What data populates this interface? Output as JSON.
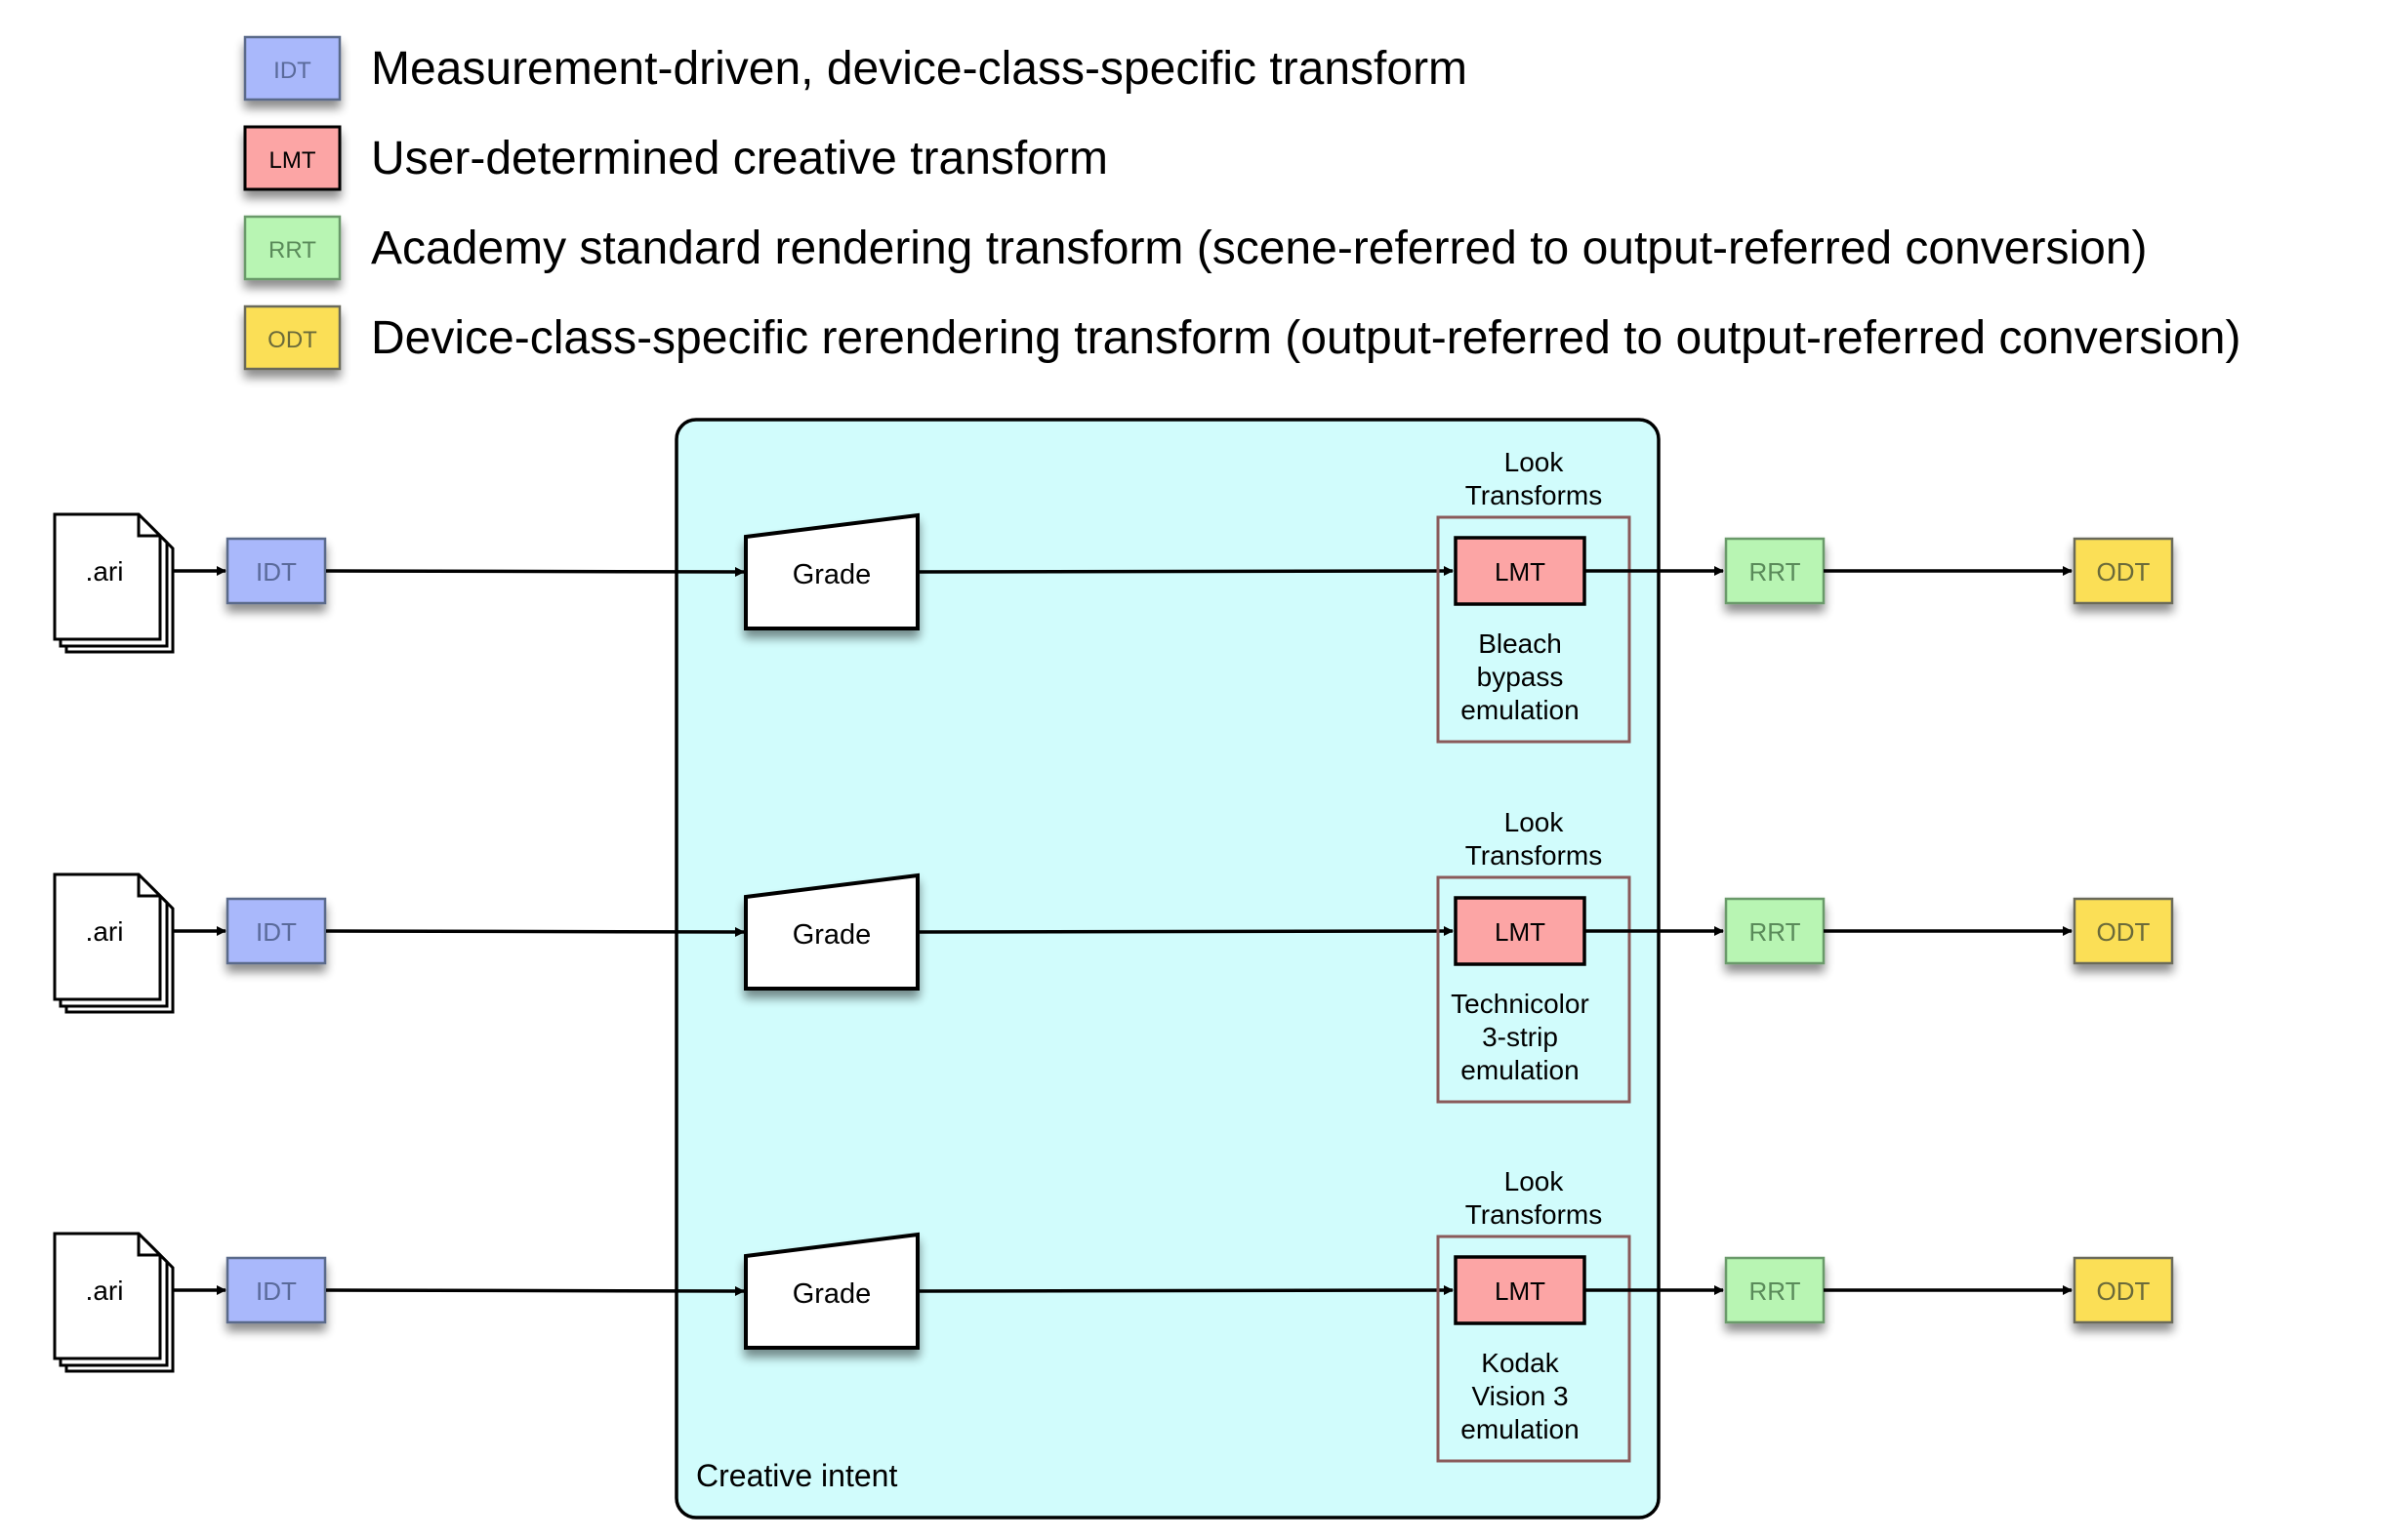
{
  "legend": [
    {
      "tag": "IDT",
      "text": "Measurement-driven, device-class-specific transform",
      "fill": "#a9b8fb",
      "stroke": "#5a6a8a",
      "tagColor": "#5a6a9a"
    },
    {
      "tag": "LMT",
      "text": "User-determined creative transform",
      "fill": "#fca5a5",
      "stroke": "#000000",
      "tagColor": "#000000"
    },
    {
      "tag": "RRT",
      "text": "Academy standard rendering transform (scene-referred to output-referred conversion)",
      "fill": "#b8f5b3",
      "stroke": "#6a9a6a",
      "tagColor": "#5a8a5a"
    },
    {
      "tag": "ODT",
      "text": "Device-class-specific rerendering transform (output-referred to output-referred conversion)",
      "fill": "#fbdf57",
      "stroke": "#6a6a5a",
      "tagColor": "#6a6a3a"
    }
  ],
  "creative_intent_label": "Creative intent",
  "look_transforms_line1": "Look",
  "look_transforms_line2": "Transforms",
  "pipelines": [
    {
      "file_label": ".ari",
      "idt": "IDT",
      "grade": "Grade",
      "lmt": "LMT",
      "desc": [
        "Bleach",
        "bypass",
        "emulation"
      ],
      "rrt": "RRT",
      "odt": "ODT"
    },
    {
      "file_label": ".ari",
      "idt": "IDT",
      "grade": "Grade",
      "lmt": "LMT",
      "desc": [
        "Technicolor",
        "3-strip",
        "emulation"
      ],
      "rrt": "RRT",
      "odt": "ODT"
    },
    {
      "file_label": ".ari",
      "idt": "IDT",
      "grade": "Grade",
      "lmt": "LMT",
      "desc": [
        "Kodak",
        "Vision 3",
        "emulation"
      ],
      "rrt": "RRT",
      "odt": "ODT"
    }
  ],
  "colors": {
    "creative_bg": "#d1fcfc",
    "idt_fill": "#a9b8fb",
    "lmt_fill": "#fca5a5",
    "rrt_fill": "#b8f5b3",
    "odt_fill": "#fbdf57",
    "look_frame": "#8a5a5a"
  }
}
